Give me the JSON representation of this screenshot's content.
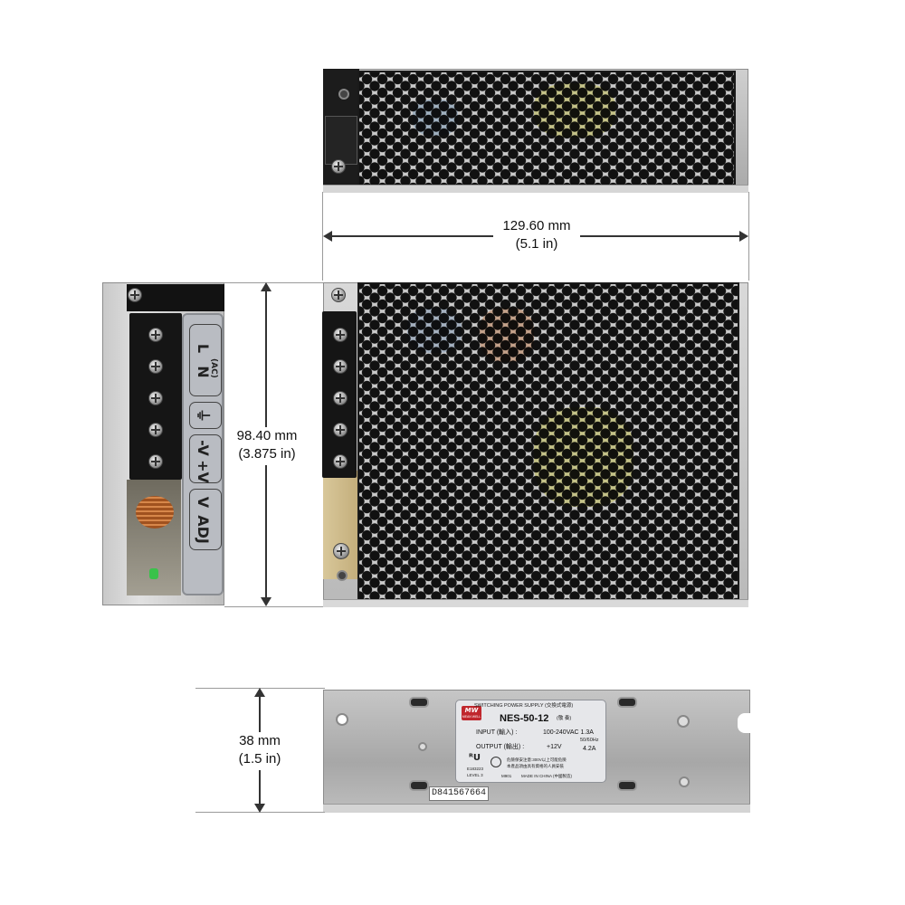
{
  "dimensions": {
    "width": {
      "mm": "129.60 mm",
      "in": "(5.1 in)"
    },
    "height": {
      "mm": "98.40 mm",
      "in": "(3.875 in)"
    },
    "depth": {
      "mm": "38 mm",
      "in": "(1.5 in)"
    }
  },
  "terminal_labels": [
    "L",
    "N",
    "(AC)",
    "⏚",
    "-V",
    "+V",
    "V",
    "ADJ"
  ],
  "nameplate": {
    "brand": "MEAN WELL",
    "header": "SWITCHING POWER SUPPLY (交換式電源)",
    "model": "NES-50-12",
    "model_suffix": "(敬 奏)",
    "input_label": "INPUT (輸入) :",
    "input_value": "100-240VAC 1.3A",
    "input_freq": "50/60Hz",
    "output_label": "OUTPUT (輸出) :",
    "output_value": "+12V",
    "output_current": "4.2A",
    "cert_code": "E183223",
    "level": "LEVEL 3",
    "warning_line1": "危險保安注意:300V以上可能危險",
    "warning_line2": "本產品須由具有資格的人員安裝",
    "origin_code": "M901",
    "made_in": "MADE IN CHINA (中國製造)"
  },
  "serial_number": "D841567664",
  "colors": {
    "chassis": "#c4c4c4",
    "mesh_hole": "#111111",
    "dimension_line": "#333333",
    "terminal_label_bg": "#b9bcc2",
    "mw_logo": "#c0272d",
    "led_green": "#39c24a"
  }
}
